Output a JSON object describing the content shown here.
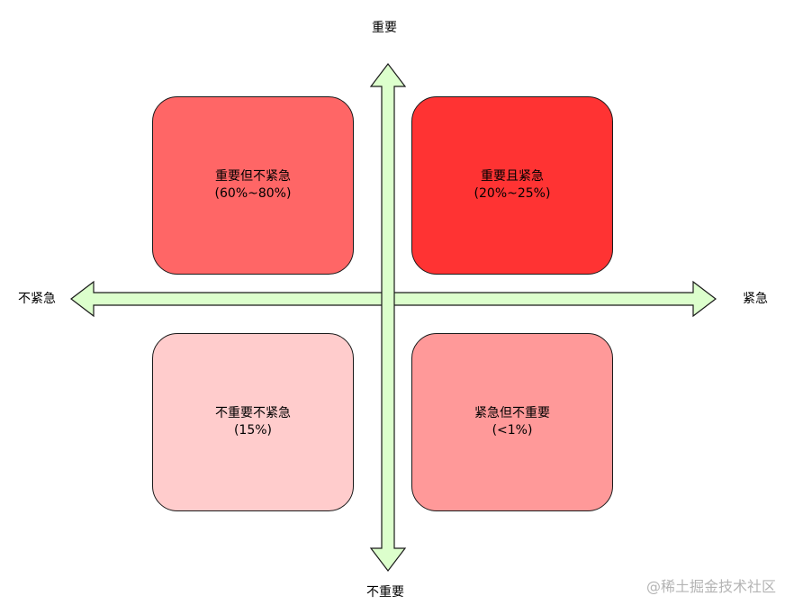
{
  "axes": {
    "top": "重要",
    "bottom": "不重要",
    "left": "不紧急",
    "right": "紧急",
    "arrow_fill": "#dcffcc",
    "arrow_stroke": "#1a1a1a"
  },
  "quadrants": {
    "top_left": {
      "title": "重要但不紧急",
      "share": "(60%~80%)",
      "color": "#ff6666"
    },
    "top_right": {
      "title": "重要且紧急",
      "share": "(20%~25%)",
      "color": "#ff3333"
    },
    "bottom_left": {
      "title": "不重要不紧急",
      "share": "(15%)",
      "color": "#ffcccc"
    },
    "bottom_right": {
      "title": "紧急但不重要",
      "share": "(<1%)",
      "color": "#ff9999"
    }
  },
  "watermark": "@稀土掘金技术社区"
}
